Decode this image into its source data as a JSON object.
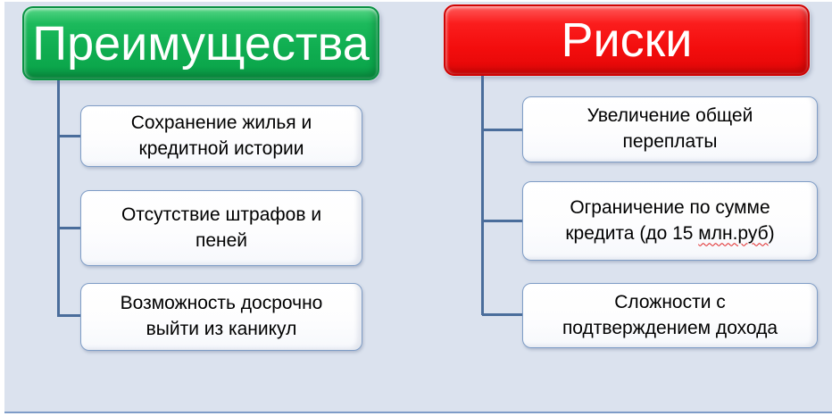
{
  "slide": {
    "background_color": "#dbe2ee",
    "bottom_rule_color": "#7e9cc7",
    "connector_color": "#4a6d9b",
    "card_border_color": "#7f9dc6",
    "spellcheck_underline_color": "#e02424"
  },
  "columns": [
    {
      "id": "advantages",
      "header": {
        "label": "Преимущества",
        "fill_color": "#10ae51",
        "border_color": "#0a9143",
        "text_color": "#ffffff"
      },
      "items": [
        {
          "text": "Сохранение жилья и\nкредитной истории"
        },
        {
          "text": "Отсутствие штрафов и\nпеней"
        },
        {
          "text": "Возможность досрочно\nвыйти из каникул"
        }
      ]
    },
    {
      "id": "risks",
      "header": {
        "label": "Риски",
        "fill_color": "#f30d0d",
        "border_color": "#cf0404",
        "text_color": "#ffffff"
      },
      "items": [
        {
          "text": "Увеличение общей\nпереплаты"
        },
        {
          "text_before": "Ограничение по сумме\nкредита (до 15 ",
          "wavy_text": "млн.руб",
          "text_after": ")"
        },
        {
          "text": "Сложности с\nподтверждением дохода"
        }
      ]
    }
  ]
}
